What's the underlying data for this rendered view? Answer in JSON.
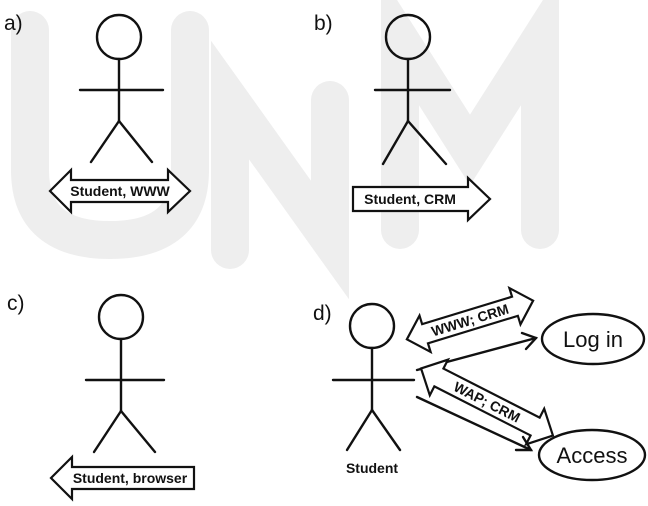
{
  "panels": {
    "a": {
      "label": "a)",
      "arrow_text": "Student, WWW"
    },
    "b": {
      "label": "b)",
      "arrow_text": "Student, CRM"
    },
    "c": {
      "label": "c)",
      "arrow_text": "Student, browser"
    },
    "d": {
      "label": "d)",
      "actor_name": "Student",
      "arrow_top_text": "WWW; CRM",
      "arrow_bottom_text": "WAP; CRM",
      "usecase_login": "Log in",
      "usecase_access": "Access"
    }
  }
}
